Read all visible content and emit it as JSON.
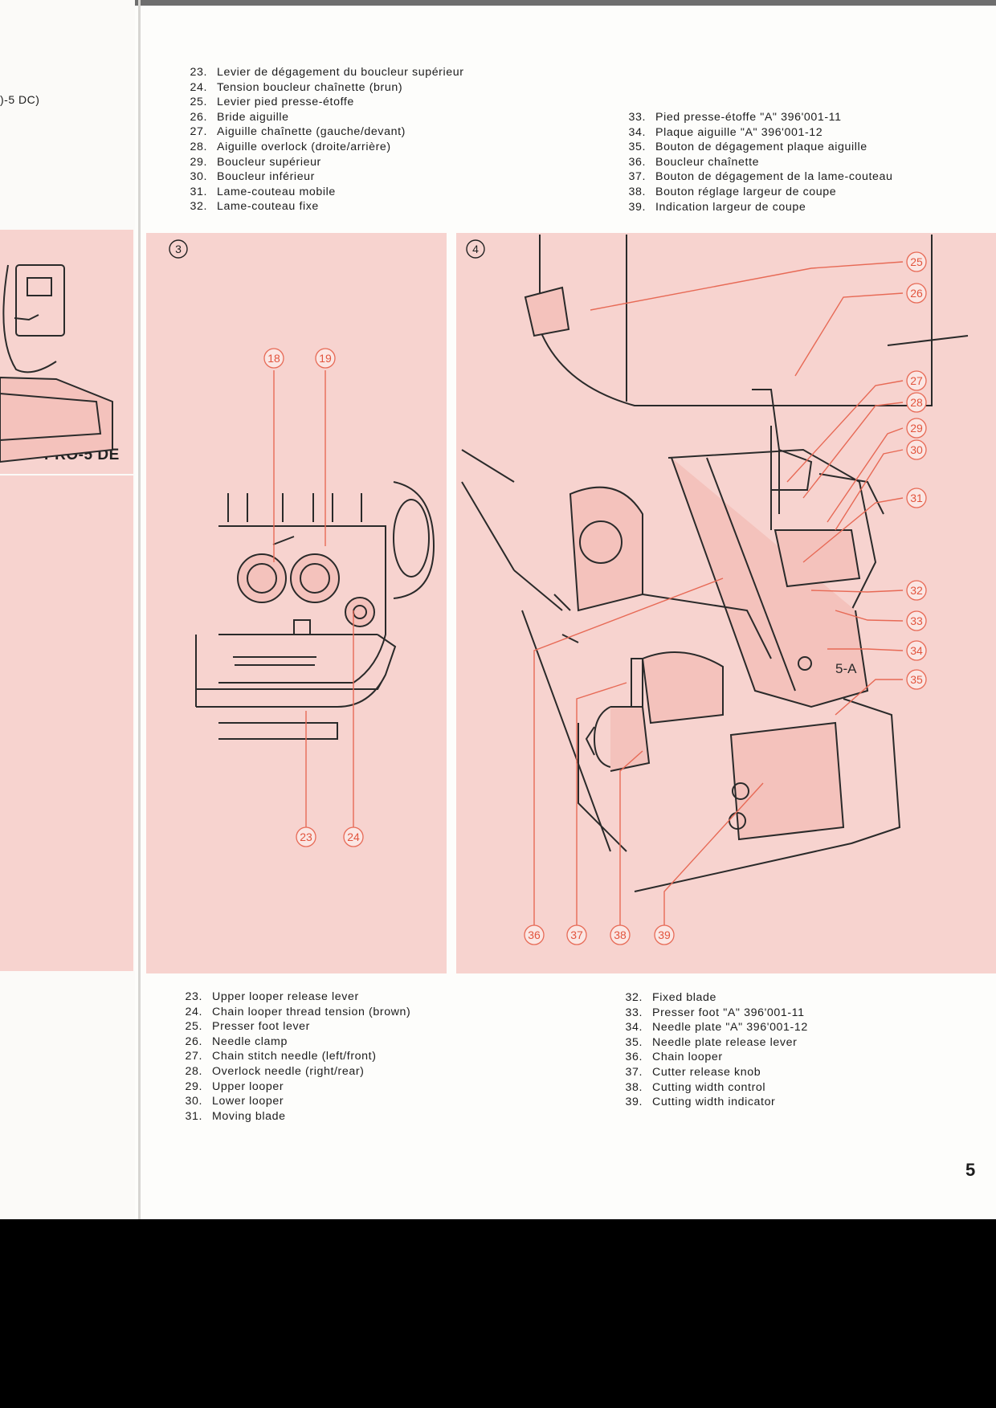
{
  "left_page": {
    "snippet": ")-5 DC)",
    "logo": "PRO-5 DE"
  },
  "french_list_a": [
    {
      "num": "23.",
      "text": "Levier de dégagement du boucleur supérieur"
    },
    {
      "num": "24.",
      "text": "Tension boucleur chaînette (brun)"
    },
    {
      "num": "25.",
      "text": "Levier pied presse-étoffe"
    },
    {
      "num": "26.",
      "text": "Bride aiguille"
    },
    {
      "num": "27.",
      "text": "Aiguille chaînette (gauche/devant)"
    },
    {
      "num": "28.",
      "text": "Aiguille overlock (droite/arrière)"
    },
    {
      "num": "29.",
      "text": "Boucleur supérieur"
    },
    {
      "num": "30.",
      "text": "Boucleur inférieur"
    },
    {
      "num": "31.",
      "text": "Lame-couteau mobile"
    },
    {
      "num": "32.",
      "text": "Lame-couteau fixe"
    }
  ],
  "french_list_b": [
    {
      "num": "33.",
      "text": "Pied presse-étoffe \"A\" 396'001-11"
    },
    {
      "num": "34.",
      "text": "Plaque aiguille \"A\" 396'001-12"
    },
    {
      "num": "35.",
      "text": "Bouton de dégagement plaque aiguille"
    },
    {
      "num": "36.",
      "text": "Boucleur chaînette"
    },
    {
      "num": "37.",
      "text": "Bouton de dégagement de la lame-couteau"
    },
    {
      "num": "38.",
      "text": "Bouton réglage largeur de coupe"
    },
    {
      "num": "39.",
      "text": "Indication largeur de coupe"
    }
  ],
  "english_list_a": [
    {
      "num": "23.",
      "text": "Upper looper release lever"
    },
    {
      "num": "24.",
      "text": "Chain looper thread tension (brown)"
    },
    {
      "num": "25.",
      "text": "Presser foot lever"
    },
    {
      "num": "26.",
      "text": "Needle clamp"
    },
    {
      "num": "27.",
      "text": "Chain stitch needle (left/front)"
    },
    {
      "num": "28.",
      "text": "Overlock needle (right/rear)"
    },
    {
      "num": "29.",
      "text": "Upper looper"
    },
    {
      "num": "30.",
      "text": "Lower looper"
    },
    {
      "num": "31.",
      "text": "Moving blade"
    }
  ],
  "english_list_b": [
    {
      "num": "32.",
      "text": "Fixed blade"
    },
    {
      "num": "33.",
      "text": "Presser foot \"A\" 396'001-11"
    },
    {
      "num": "34.",
      "text": "Needle plate \"A\" 396'001-12"
    },
    {
      "num": "35.",
      "text": "Needle plate release lever"
    },
    {
      "num": "36.",
      "text": "Chain looper"
    },
    {
      "num": "37.",
      "text": "Cutter release knob"
    },
    {
      "num": "38.",
      "text": "Cutting width control"
    },
    {
      "num": "39.",
      "text": "Cutting width indicator"
    }
  ],
  "figure3": {
    "number": "3",
    "callouts": [
      "18",
      "19",
      "23",
      "24"
    ]
  },
  "figure4": {
    "number": "4",
    "callouts": [
      "25",
      "26",
      "27",
      "28",
      "29",
      "30",
      "31",
      "32",
      "33",
      "34",
      "35",
      "36",
      "37",
      "38",
      "39"
    ],
    "plate_label": "5-A"
  },
  "page_number": "5"
}
